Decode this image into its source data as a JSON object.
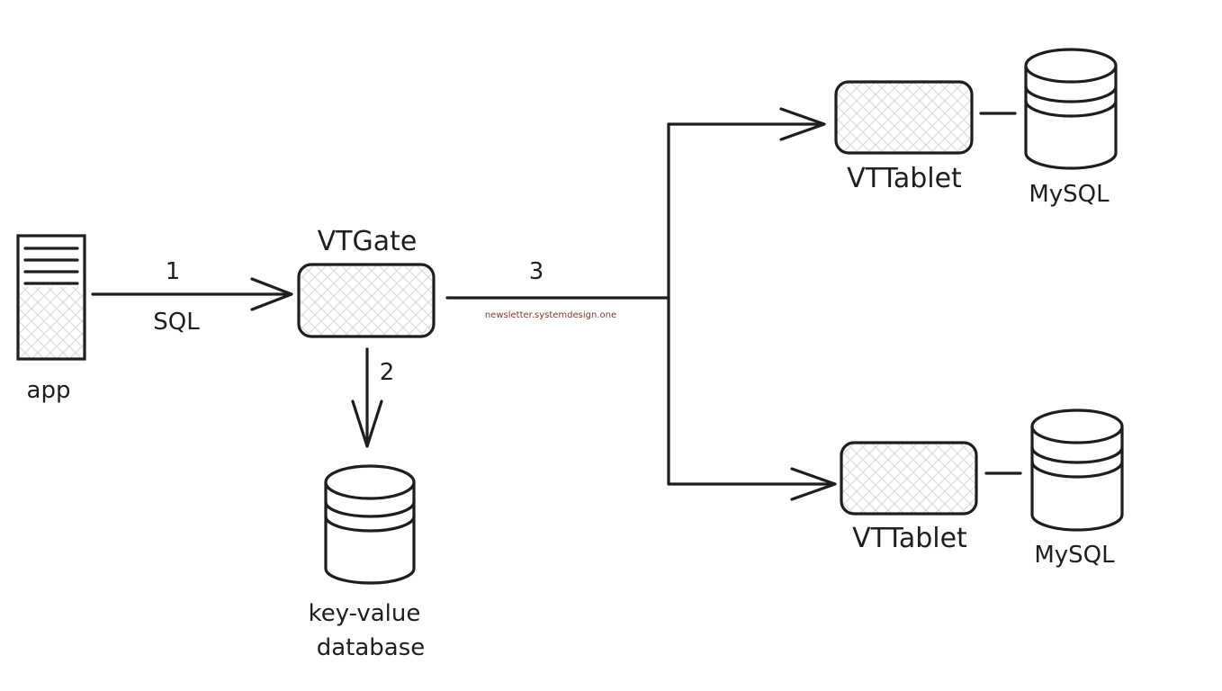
{
  "nodes": {
    "app": "app",
    "vtgate": "VTGate",
    "kv_line1": "key-value",
    "kv_line2": "database",
    "vttablet_top": "VTTablet",
    "vttablet_bottom": "VTTablet",
    "mysql_top": "MySQL",
    "mysql_bottom": "MySQL"
  },
  "edges": {
    "step1_number": "1",
    "step1_label": "SQL",
    "step2_number": "2",
    "step3_number": "3"
  },
  "watermark": "newsletter.systemdesign.one",
  "colors": {
    "stroke": "#1e1e1e",
    "hatch": "#d6dbe2",
    "watermark": "#7a3b2a"
  }
}
